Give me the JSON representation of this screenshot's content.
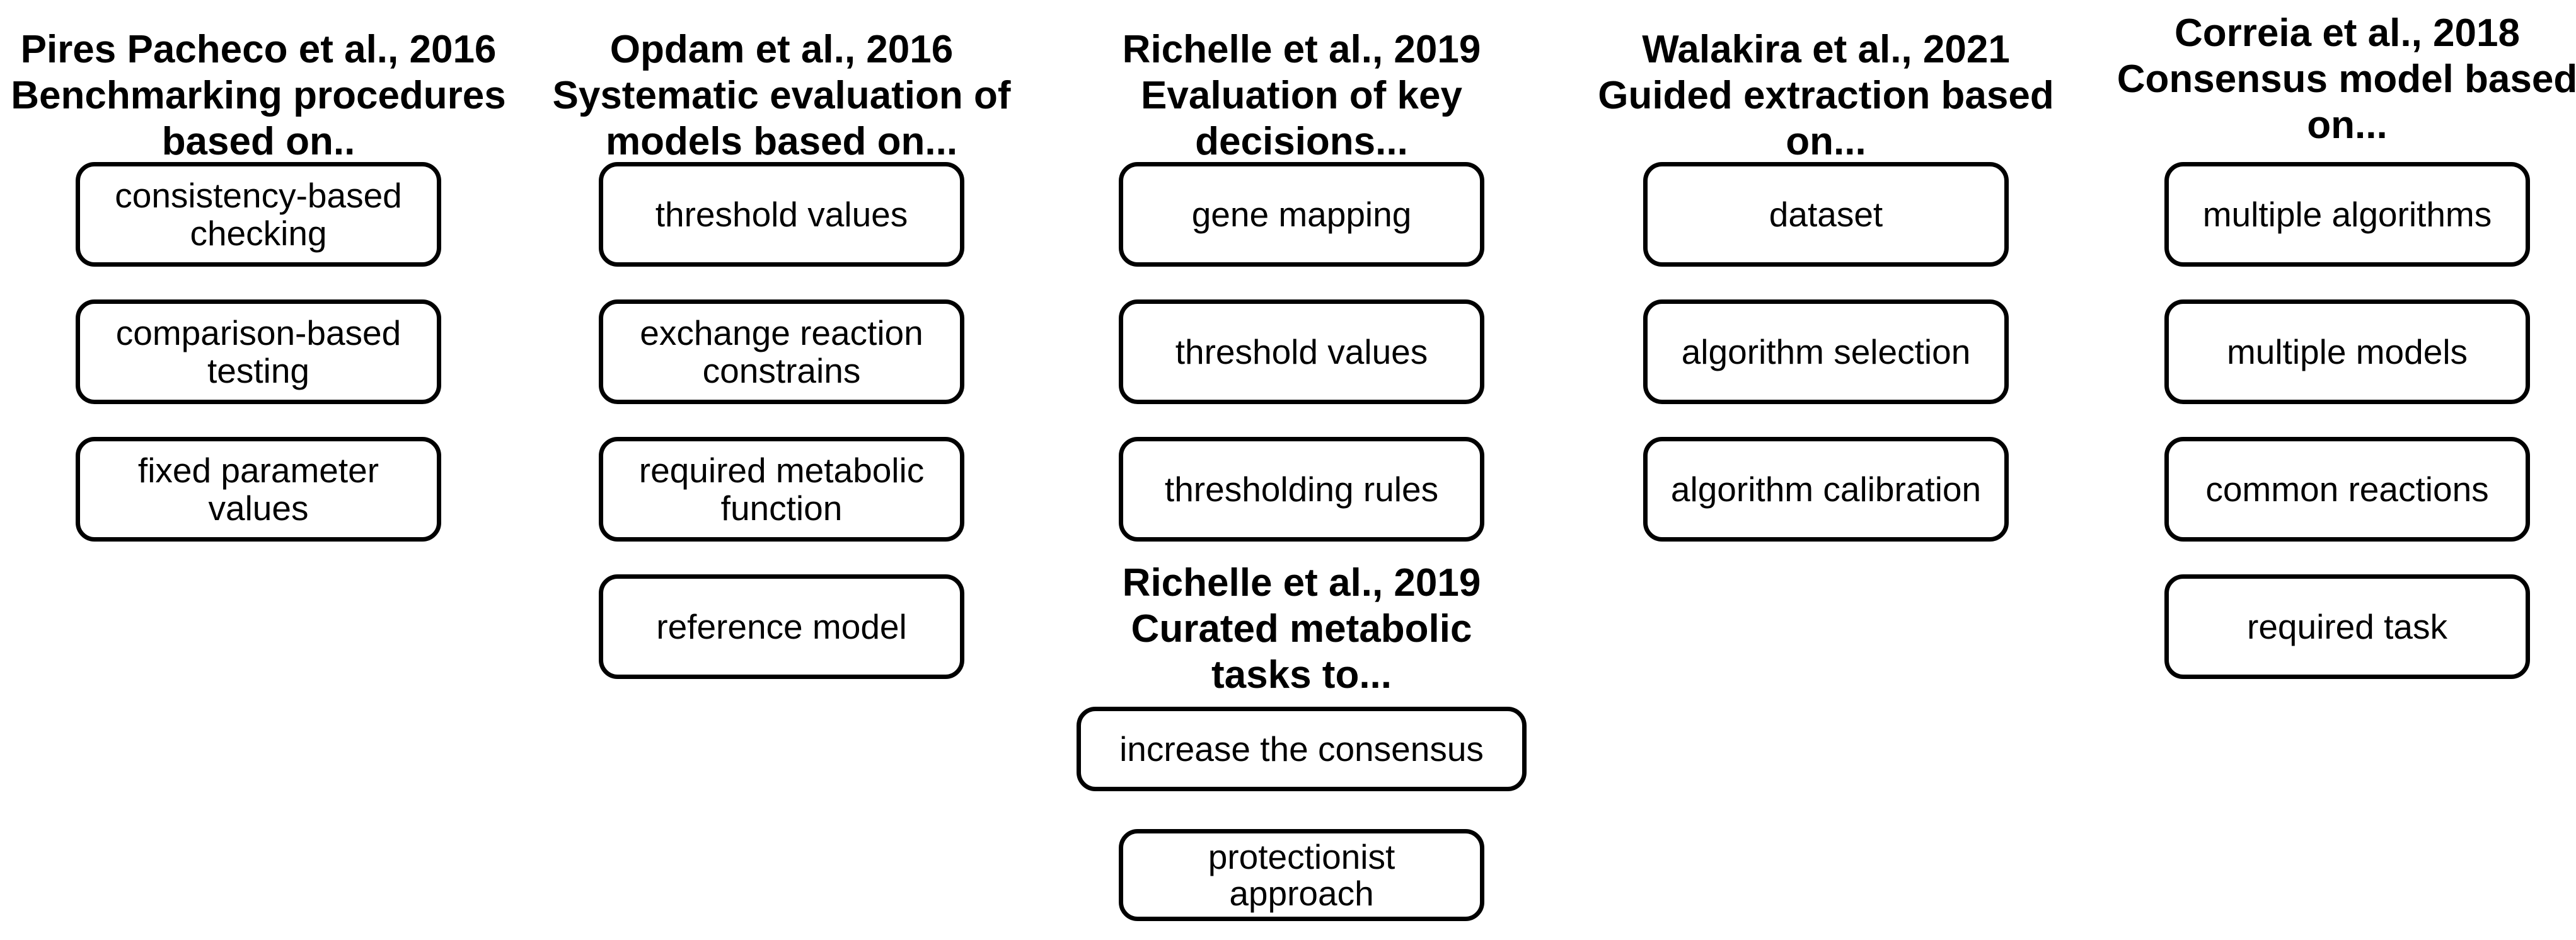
{
  "colors": {
    "background": "#ffffff",
    "text": "#000000",
    "box_border": "#000000",
    "box_fill": "#ffffff"
  },
  "columns": [
    {
      "id": "pires-pacheco-2016",
      "sections": [
        {
          "header": "Pires Pacheco et al., 2016\nBenchmarking procedures\nbased on..",
          "boxes": [
            "consistency-based\nchecking",
            "comparison-based\ntesting",
            "fixed parameter\nvalues"
          ]
        }
      ]
    },
    {
      "id": "opdam-2016",
      "sections": [
        {
          "header": "Opdam et al., 2016\nSystematic evaluation of\nmodels based on...",
          "boxes": [
            "threshold values",
            "exchange reaction\nconstrains",
            "required metabolic\nfunction",
            "reference model"
          ]
        }
      ]
    },
    {
      "id": "richelle-2019",
      "sections": [
        {
          "header": "Richelle et al., 2019\nEvaluation of key\ndecisions...",
          "boxes": [
            "gene mapping",
            "threshold values",
            "thresholding rules"
          ]
        },
        {
          "header": "Richelle et al., 2019\nCurated metabolic\ntasks to...",
          "boxes": [
            "increase the consensus",
            "protectionist\napproach"
          ]
        }
      ]
    },
    {
      "id": "walakira-2021",
      "sections": [
        {
          "header": "Walakira et al., 2021\nGuided extraction based\non...",
          "boxes": [
            "dataset",
            "algorithm selection",
            "algorithm calibration"
          ]
        }
      ]
    },
    {
      "id": "correia-2018",
      "sections": [
        {
          "header": "Correia et al., 2018\nConsensus model based\non...",
          "boxes": [
            "multiple algorithms",
            "multiple models",
            "common reactions",
            "required task"
          ]
        }
      ]
    }
  ]
}
